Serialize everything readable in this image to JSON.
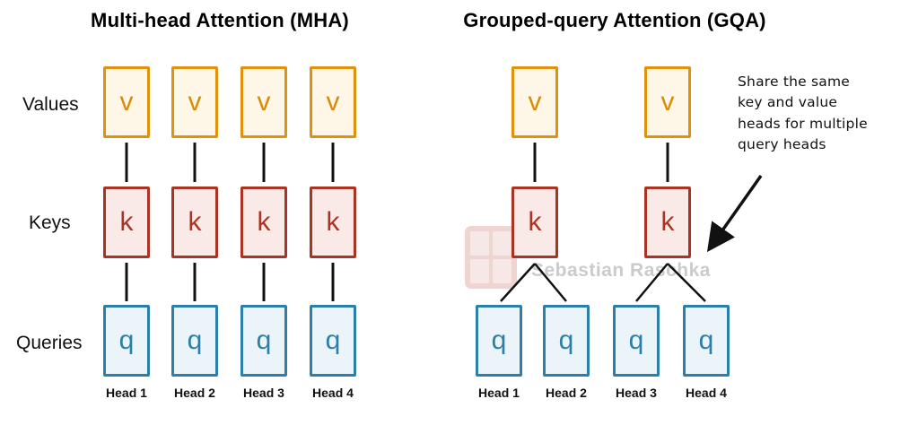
{
  "titles": {
    "mha": "Multi-head Attention (MHA)",
    "gqa": "Grouped-query Attention (GQA)"
  },
  "row_labels": {
    "values": "Values",
    "keys": "Keys",
    "queries": "Queries"
  },
  "letters": {
    "v": "v",
    "k": "k",
    "q": "q"
  },
  "mha": {
    "heads": [
      "Head 1",
      "Head 2",
      "Head 3",
      "Head 4"
    ]
  },
  "gqa": {
    "heads": [
      "Head 1",
      "Head 2",
      "Head 3",
      "Head 4"
    ]
  },
  "annotation": {
    "lines": [
      "Share the same",
      "key and value",
      "heads for multiple",
      "query heads"
    ]
  },
  "watermark": {
    "text": "Sebastian Raschka"
  },
  "colors": {
    "value_border": "#E0910E",
    "value_fill": "#FEF7E8",
    "key_border": "#A93423",
    "key_fill": "#F9EAE7",
    "query_border": "#2C7FA8",
    "query_fill": "#EAF4F9",
    "connector": "#111111",
    "watermark_text": "#C2C2C2",
    "seal": "#C0574A"
  }
}
